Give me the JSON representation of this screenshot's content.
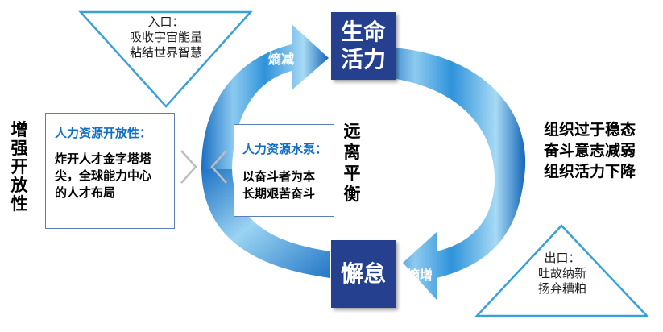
{
  "input_triangle": {
    "title": "入口：",
    "lines": [
      "吸收宇宙能量",
      "粘结世界智慧"
    ]
  },
  "output_triangle": {
    "title": "出口：",
    "lines": [
      "吐故纳新",
      "扬弃糟粕"
    ]
  },
  "top_box": {
    "line1": "生命",
    "line2": "活力"
  },
  "bottom_box": {
    "label": "懈怠"
  },
  "top_arrow_label": "熵减",
  "bottom_arrow_label": "熵增",
  "left_vertical": "增强开放性",
  "far_from_equilibrium": "远离平衡",
  "openness_box": {
    "heading": "人力资源开放性：",
    "lines": [
      "炸开人才金字塔塔",
      "尖，全球能力中心",
      "的人才布局"
    ]
  },
  "pump_box": {
    "heading": "人力资源水泵：",
    "lines": [
      "以奋斗者为本",
      "长期艰苦奋斗"
    ]
  },
  "right_text": [
    "组织过于稳态",
    "奋斗意志减弱",
    "组织活力下降"
  ],
  "colors": {
    "navy": "#24408e",
    "cycle_blue": "#1a73c4",
    "accent_text": "#0f6fc6",
    "triangle_border": "#3aa0d8"
  }
}
